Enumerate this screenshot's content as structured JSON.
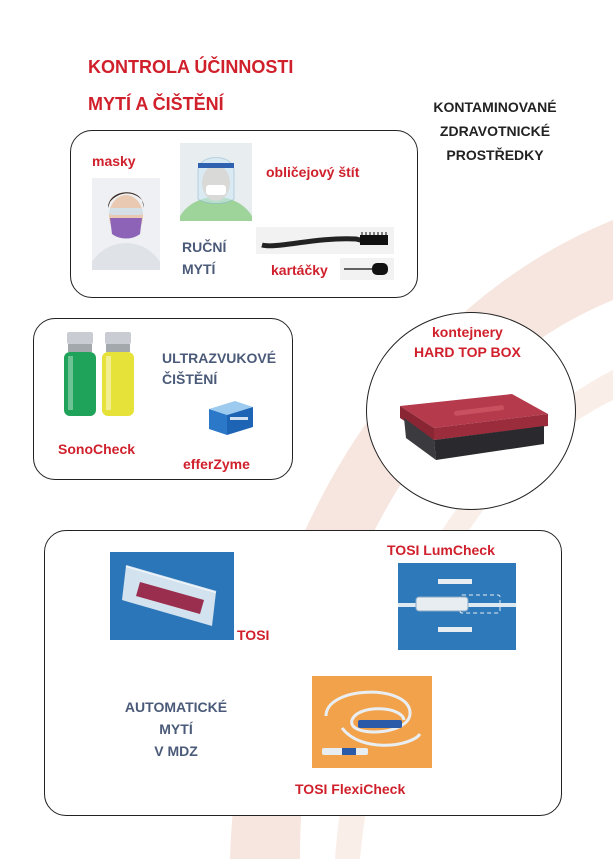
{
  "colors": {
    "accent_red": "#d0202c",
    "label_slate": "#4a5a78",
    "background_arc": "#f6e3dc"
  },
  "title": {
    "line1": "KONTROLA ÚČINNOSTI",
    "line2": "MYTÍ  A ČIŠTĚNÍ"
  },
  "contaminated": {
    "line1": "KONTAMINOVANÉ",
    "line2": "ZDRAVOTNICKÉ",
    "line3": "PROSTŘEDKY"
  },
  "manual_panel": {
    "masks": "masky",
    "face_shield": "obličejový štít",
    "manual_line1": "RUČNÍ",
    "manual_line2": "MYTÍ",
    "brushes": "kartáčky"
  },
  "ultrasonic_panel": {
    "line1": "ULTRAZVUKOVÉ",
    "line2": "ČIŠTĚNÍ",
    "sonocheck": "SonoCheck",
    "efferzyme": "efferZyme"
  },
  "containers": {
    "line1": "kontejnery",
    "line2": "HARD TOP BOX"
  },
  "automatic_panel": {
    "lumcheck": "TOSI LumCheck",
    "tosi": "TOSI",
    "auto_line1": "AUTOMATICKÉ",
    "auto_line2": "MYTÍ",
    "auto_line3": "V MDZ",
    "flexicheck": "TOSI FlexiCheck"
  }
}
